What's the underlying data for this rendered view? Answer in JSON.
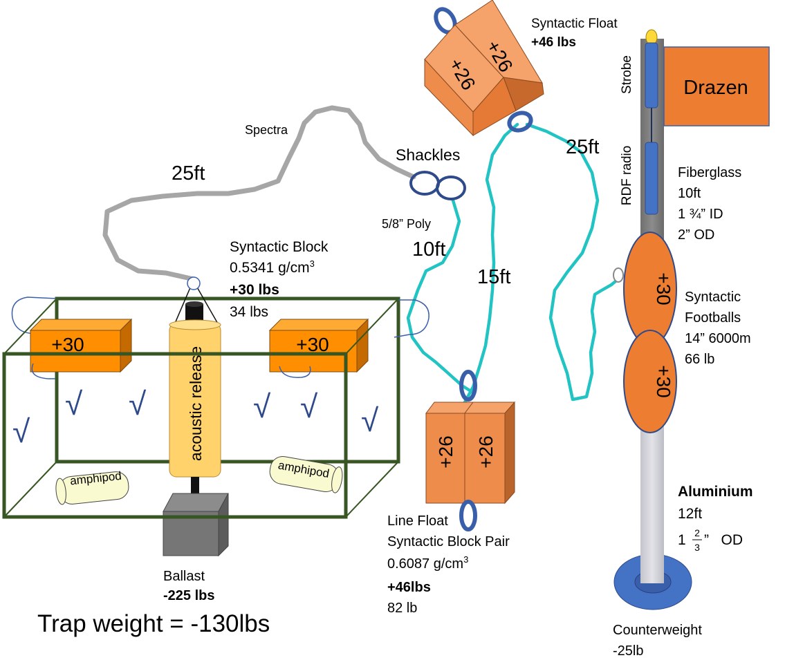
{
  "labels": {
    "spectra": "Spectra",
    "spectra_length": "25ft",
    "shackles": "Shackles",
    "poly": "5/8” Poly",
    "poly_length": "10ft",
    "line_15": "15ft",
    "line_25": "25ft",
    "syntactic_float_title": "Syntactic Float",
    "syntactic_float_lift": "+46 lbs",
    "block_title": "Syntactic Block",
    "block_density": "0.5341 g/cm",
    "block_density_exp": "3",
    "block_lift": "+30 lbs",
    "block_weight": "34 lbs",
    "trap_block_left": "+30",
    "trap_block_right": "+30",
    "acoustic_release": "acoustic release",
    "amphipod_left": "amphipod",
    "amphipod_right": "amphipod",
    "ballast_title": "Ballast",
    "ballast_weight": "-225 lbs",
    "trap_weight": "Trap weight = -130lbs",
    "line_float_1": "Line Float",
    "line_float_2": "Syntactic Block Pair",
    "line_float_density": "0.6087 g/cm",
    "line_float_density_exp": "3",
    "line_float_lift": "+46lbs",
    "line_float_weight": "82 lb",
    "line_float_block_a": "+26",
    "line_float_block_b": "+26",
    "top_float_block_a": "+26",
    "top_float_block_b": "+26",
    "strobe": "Strobe",
    "rdf_radio": "RDF radio",
    "flag": "Drazen",
    "fiberglass_1": "Fiberglass",
    "fiberglass_2": "10ft",
    "fiberglass_3": "1 ¾” ID",
    "fiberglass_4": "2” OD",
    "football_top": "+30",
    "football_bottom": "+30",
    "footballs_1": "Syntactic",
    "footballs_2": "Footballs",
    "footballs_3": "14” 6000m",
    "footballs_4": "66 lb",
    "aluminium_1": "Aluminium",
    "aluminium_2": "12ft",
    "aluminium_3_prefix": "1",
    "aluminium_3_num": "2",
    "aluminium_3_den": "3",
    "aluminium_3_suffix": "”   OD",
    "counterweight_1": "Counterweight",
    "counterweight_2": "-25lb",
    "check_mark": "√"
  },
  "colors": {
    "spectra_line": "#a6a6a6",
    "poly_line": "#22c3c3",
    "shackle": "#3a5faa",
    "trap_frame": "#375623",
    "syntactic_block": "#ff8f00",
    "float_block": "#ee8c4b",
    "release": "#ffd26b",
    "ballast": "#767676",
    "fiberglass": "#808080",
    "aluminium": "#d0d0d8",
    "blue_part": "#4472c4",
    "flag": "#ed7d31",
    "check": "#2f4a8a"
  }
}
